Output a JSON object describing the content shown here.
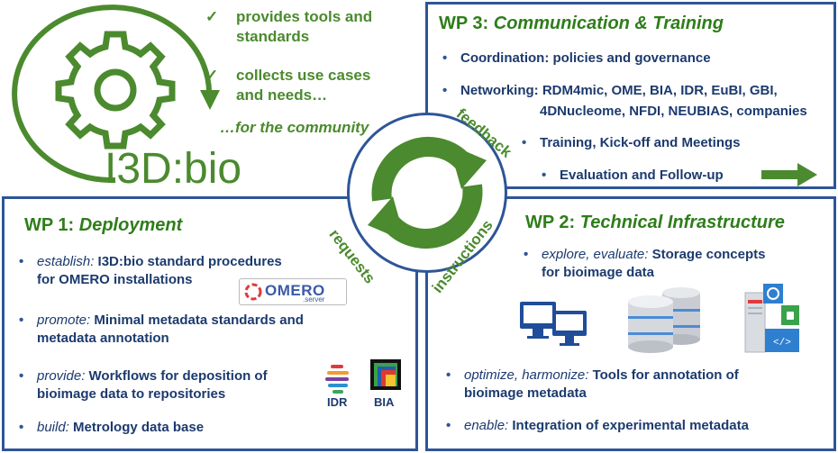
{
  "logo": {
    "text": "I3D:bio"
  },
  "intro": {
    "items": [
      "provides tools and standards",
      "collects use cases and needs…"
    ],
    "item1_lines": [
      "provides tools and",
      "standards"
    ],
    "item2_lines": [
      "collects use cases",
      "and needs…"
    ],
    "tagline": "…for the community"
  },
  "wp3": {
    "label": "WP 3:",
    "title": "Communication & Training",
    "items": [
      "Coordination: policies and governance",
      "Networking: RDM4mic, OME, BIA, IDR, EuBI, GBI,",
      "4DNucleome, NFDI, NEUBIAS, companies",
      "Training, Kick-off and Meetings",
      "Evaluation and Follow-up"
    ]
  },
  "wp1": {
    "label": "WP 1:",
    "title": "Deployment",
    "items": [
      {
        "verb": "establish:",
        "lines": [
          "I3D:bio standard procedures",
          "for OMERO installations"
        ]
      },
      {
        "verb": "promote:",
        "lines": [
          "Minimal metadata standards and",
          "metadata annotation"
        ]
      },
      {
        "verb": "provide:",
        "lines": [
          "Workflows for deposition of",
          "bioimage data to repositories"
        ]
      },
      {
        "verb": "build:",
        "lines": [
          "Metrology data base"
        ]
      }
    ],
    "logos": {
      "omero": "OMERO",
      "omero_sub": ".server",
      "idr": "IDR",
      "bia": "BIA"
    }
  },
  "wp2": {
    "label": "WP 2:",
    "title": "Technical Infrastructure",
    "items": [
      {
        "verb": "explore, evaluate:",
        "lines": [
          "Storage concepts",
          "for bioimage data"
        ]
      },
      {
        "verb": "optimize, harmonize:",
        "lines": [
          "Tools for annotation of",
          "bioimage metadata"
        ]
      },
      {
        "verb": "enable:",
        "lines": [
          "Integration of experimental metadata"
        ]
      }
    ]
  },
  "flows": {
    "feedback": "feedback",
    "requests": "requests",
    "instructions": "instructions"
  },
  "colors": {
    "green": "#4b8a2e",
    "navy": "#1c3a6e",
    "border": "#2e5597"
  }
}
